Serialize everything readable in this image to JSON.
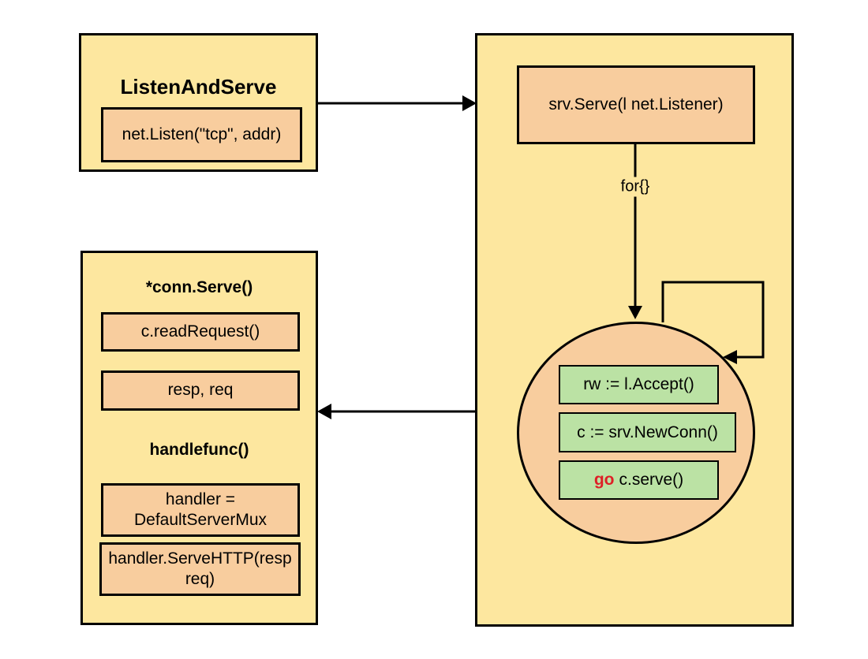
{
  "colors": {
    "container_fill": "#fde79f",
    "inner_fill": "#f8cd9e",
    "step_fill": "#bbe2a4",
    "go_keyword_red": "#de1f26",
    "stroke": "#000000",
    "page_background": "#ffffff"
  },
  "listen_and_serve": {
    "title": "ListenAndServe",
    "net_listen": "net.Listen(\"tcp\", addr)"
  },
  "serve_flow": {
    "srv_serve": "srv.Serve(l net.Listener)",
    "for_label": "for{}",
    "accept_loop": {
      "rw_accept": "rw := l.Accept()",
      "new_conn": "c := srv.NewConn()",
      "go_keyword": "go",
      "go_call": "c.serve()"
    }
  },
  "conn_serve": {
    "title": "*conn.Serve()",
    "read_request": "c.readRequest()",
    "resp_req": "resp, req",
    "handlefunc_title": "handlefunc()",
    "handler_assign": "handler =\nDefaultServerMux",
    "serve_http": "handler.ServeHTTP(resp\nreq)"
  }
}
